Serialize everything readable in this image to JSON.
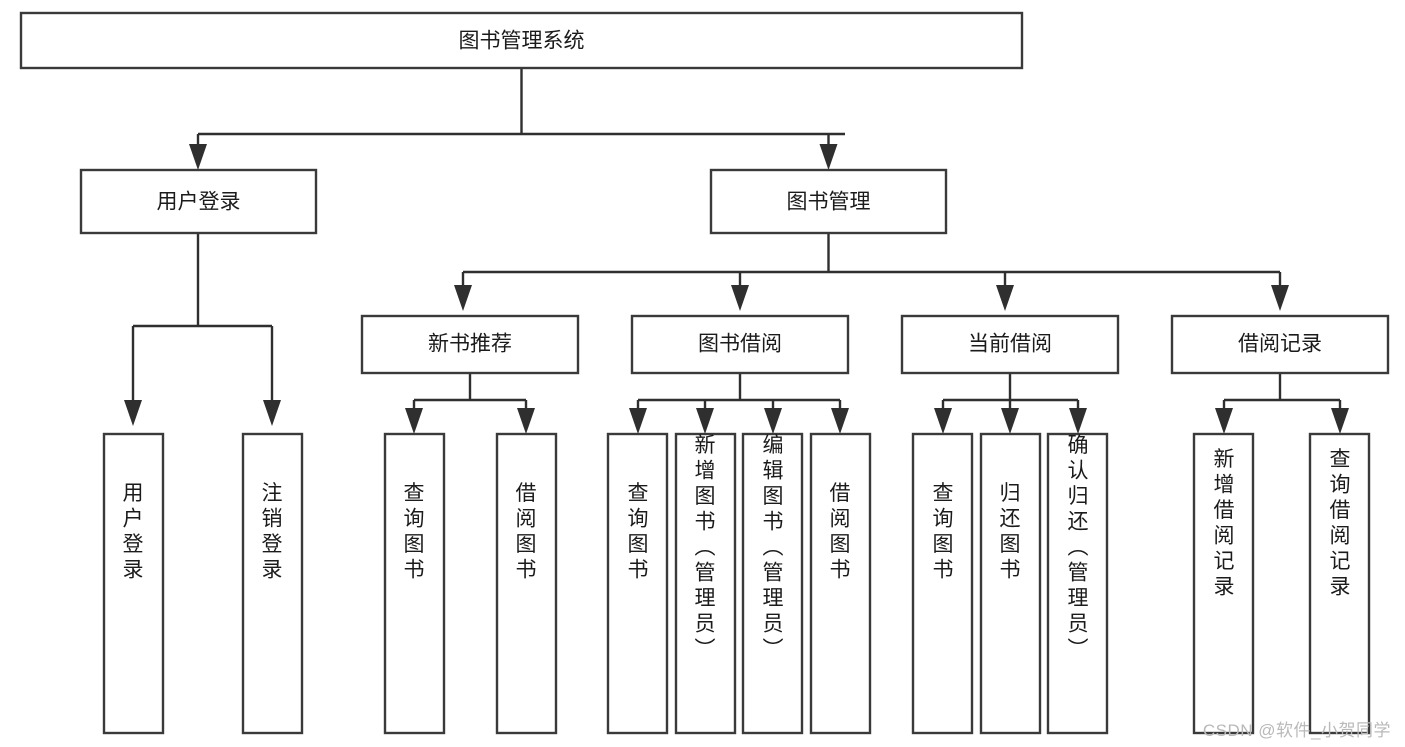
{
  "diagram": {
    "type": "tree-hierarchy",
    "title_node": "图书管理系统",
    "watermark": "CSDN @软件_小贺同学",
    "colors": {
      "box_stroke": "#3a3a3a",
      "connector": "#2f2f2f",
      "box_fill": "#ffffff",
      "text": "#1b1b1b",
      "watermark": "#b9b9b9",
      "background": "#ffffff"
    },
    "levels": {
      "level0": [
        {
          "id": "root",
          "label": "图书管理系统"
        }
      ],
      "level1": [
        {
          "id": "user-login",
          "label": "用户登录"
        },
        {
          "id": "book-manage",
          "label": "图书管理"
        }
      ],
      "level2": [
        {
          "id": "new-book-recommend",
          "label": "新书推荐"
        },
        {
          "id": "book-borrow",
          "label": "图书借阅"
        },
        {
          "id": "current-borrow",
          "label": "当前借阅"
        },
        {
          "id": "borrow-record",
          "label": "借阅记录"
        }
      ],
      "level3": [
        {
          "id": "leaf-user-login",
          "label": "用户登录",
          "parent": "user-login"
        },
        {
          "id": "leaf-logout",
          "label": "注销登录",
          "parent": "user-login"
        },
        {
          "id": "leaf-query-book-1",
          "label": "查询图书",
          "parent": "new-book-recommend"
        },
        {
          "id": "leaf-borrow-book-1",
          "label": "借阅图书",
          "parent": "new-book-recommend"
        },
        {
          "id": "leaf-query-book-2",
          "label": "查询图书",
          "parent": "book-borrow"
        },
        {
          "id": "leaf-add-book",
          "label": "新增图书（管理员）",
          "parent": "book-borrow"
        },
        {
          "id": "leaf-edit-book",
          "label": "编辑图书（管理员）",
          "parent": "book-borrow"
        },
        {
          "id": "leaf-borrow-book-2",
          "label": "借阅图书",
          "parent": "book-borrow"
        },
        {
          "id": "leaf-query-book-3",
          "label": "查询图书",
          "parent": "current-borrow"
        },
        {
          "id": "leaf-return-book",
          "label": "归还图书",
          "parent": "current-borrow"
        },
        {
          "id": "leaf-confirm-return",
          "label": "确认归还（管理员）",
          "parent": "current-borrow"
        },
        {
          "id": "leaf-add-record",
          "label": "新增借阅记录",
          "parent": "borrow-record"
        },
        {
          "id": "leaf-query-record",
          "label": "查询借阅记录",
          "parent": "borrow-record"
        }
      ]
    }
  }
}
